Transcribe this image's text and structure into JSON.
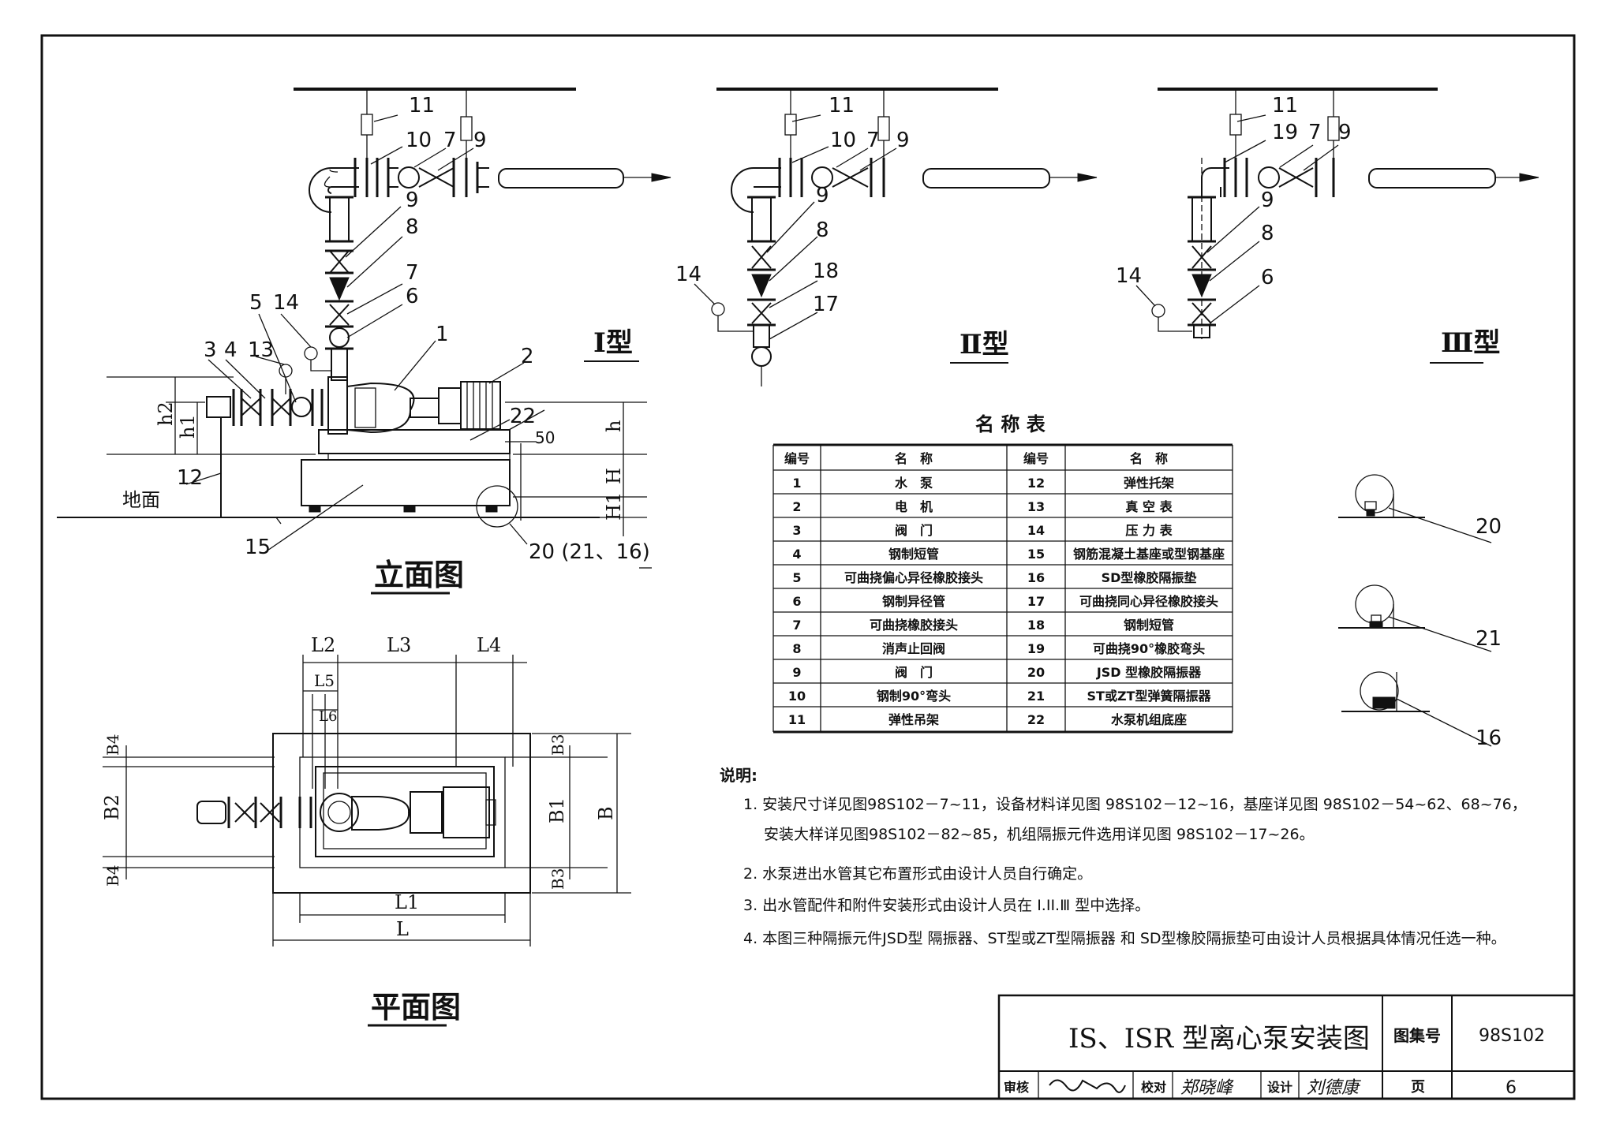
{
  "views": {
    "elevation_title": "立面图",
    "plan_title": "平面图",
    "type1": "Ⅰ型",
    "type2": "Ⅱ型",
    "type3": "Ⅲ型",
    "ground": "地面"
  },
  "callouts": {
    "t1": [
      "11",
      "10",
      "7",
      "9",
      "9",
      "8",
      "7",
      "6",
      "1",
      "2",
      "5",
      "14",
      "3",
      "4",
      "13",
      "22",
      "50",
      "12",
      "15",
      "20 (21、16)"
    ],
    "t2": [
      "11",
      "10",
      "7",
      "9",
      "9",
      "8",
      "18",
      "17",
      "14"
    ],
    "t3": [
      "11",
      "19",
      "7",
      "9",
      "9",
      "8",
      "6",
      "14"
    ],
    "dims_elev": [
      "h2",
      "h1",
      "h",
      "H",
      "H1"
    ],
    "dims_plan": [
      "L2",
      "L3",
      "L4",
      "L5",
      "L6",
      "B4",
      "B2",
      "B4",
      "B3",
      "B1",
      "B3",
      "B",
      "L1",
      "L"
    ],
    "details": [
      "20",
      "21",
      "16"
    ]
  },
  "parts_table": {
    "caption": "名 称 表",
    "headers": [
      "编号",
      "名　称",
      "编号",
      "名　称"
    ],
    "rows": [
      [
        "1",
        "水　泵",
        "12",
        "弹性托架"
      ],
      [
        "2",
        "电　机",
        "13",
        "真 空 表"
      ],
      [
        "3",
        "阀　门",
        "14",
        "压 力 表"
      ],
      [
        "4",
        "钢制短管",
        "15",
        "钢筋混凝土基座或型钢基座"
      ],
      [
        "5",
        "可曲挠偏心异径橡胶接头",
        "16",
        "SD型橡胶隔振垫"
      ],
      [
        "6",
        "钢制异径管",
        "17",
        "可曲挠同心异径橡胶接头"
      ],
      [
        "7",
        "可曲挠橡胶接头",
        "18",
        "钢制短管"
      ],
      [
        "8",
        "消声止回阀",
        "19",
        "可曲挠90°橡胶弯头"
      ],
      [
        "9",
        "阀　门",
        "20",
        "JSD 型橡胶隔振器"
      ],
      [
        "10",
        "钢制90°弯头",
        "21",
        "ST或ZT型弹簧隔振器"
      ],
      [
        "11",
        "弹性吊架",
        "22",
        "水泵机组底座"
      ]
    ]
  },
  "notes": {
    "heading": "说明:",
    "items": [
      "1. 安装尺寸详见图98S102－7~11，设备材料详见图 98S102－12~16，基座详见图 98S102－54~62、68~76，",
      "安装大样详见图98S102－82~85，机组隔振元件选用详见图 98S102－17~26。",
      "2. 水泵进出水管其它布置形式由设计人员自行确定。",
      "3. 出水管配件和附件安装形式由设计人员在 I.II.Ⅲ 型中选择。",
      "4. 本图三种隔振元件JSD型 隔振器、ST型或ZT型隔振器 和 SD型橡胶隔振垫可由设计人员根据具体情况任选一种。"
    ]
  },
  "title_block": {
    "title": "IS、ISR 型离心泵安装图",
    "atlas_label": "图集号",
    "atlas_no": "98S102",
    "review_label": "审核",
    "check_label": "校对",
    "check_name": "郑晓峰",
    "design_label": "设计",
    "design_name": "刘德康",
    "page_label": "页",
    "page_no": "6"
  }
}
